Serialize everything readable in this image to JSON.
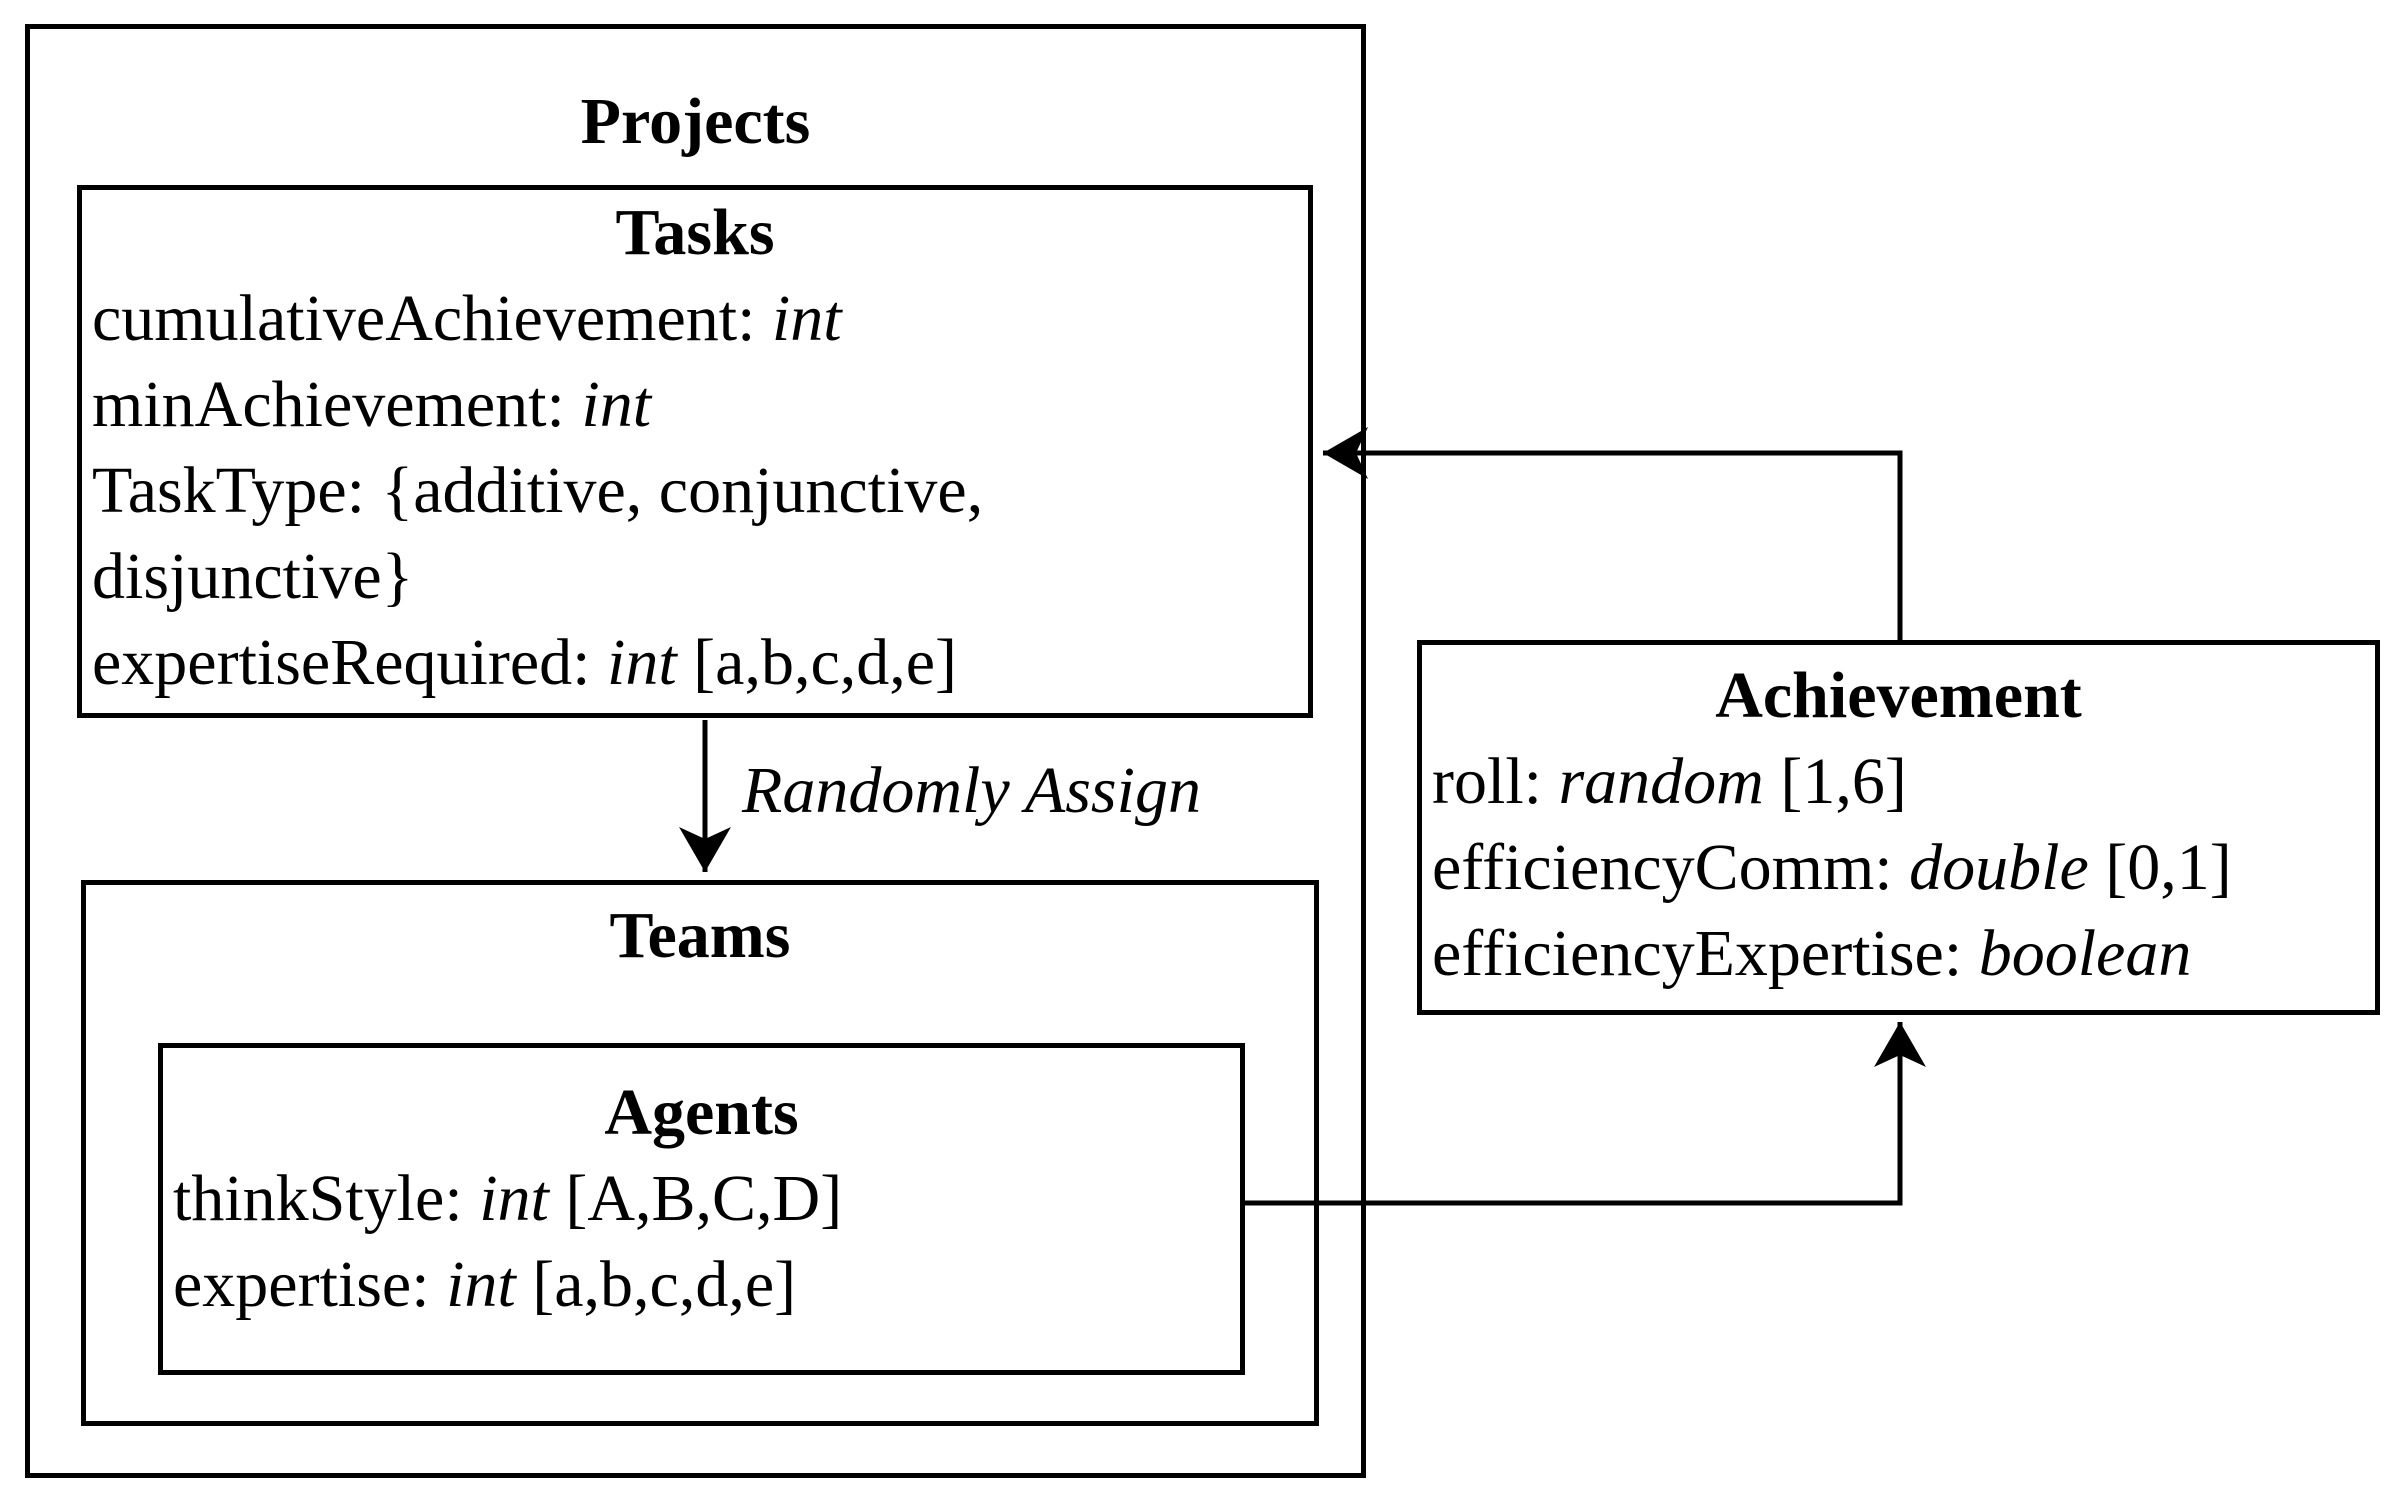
{
  "colors": {
    "line": "#000000",
    "background": "#ffffff"
  },
  "projects": {
    "title": "Projects"
  },
  "tasks": {
    "title": "Tasks",
    "attributes": [
      {
        "name": "cumulativeAchievement: ",
        "type": "int",
        "suffix": ""
      },
      {
        "name": "minAchievement: ",
        "type": "int",
        "suffix": ""
      },
      {
        "name": "TaskType: {additive, conjunctive, disjunctive}",
        "type": "",
        "suffix": ""
      },
      {
        "name": "expertiseRequired: ",
        "type": "int",
        "suffix": " [a,b,c,d,e]"
      }
    ]
  },
  "teams": {
    "title": "Teams"
  },
  "agents": {
    "title": "Agents",
    "attributes": [
      {
        "name": "thinkStyle: ",
        "type": "int",
        "suffix": " [A,B,C,D]"
      },
      {
        "name": "expertise: ",
        "type": "int",
        "suffix": " [a,b,c,d,e]"
      }
    ]
  },
  "achievement": {
    "title": "Achievement",
    "attributes": [
      {
        "name": "roll: ",
        "type": "random",
        "suffix": " [1,6]"
      },
      {
        "name": "efficiencyComm: ",
        "type": "double",
        "suffix": " [0,1]"
      },
      {
        "name": "efficiencyExpertise: ",
        "type": "boolean",
        "suffix": ""
      }
    ]
  },
  "arrows": {
    "randomly_assign_label": "Randomly Assign"
  }
}
